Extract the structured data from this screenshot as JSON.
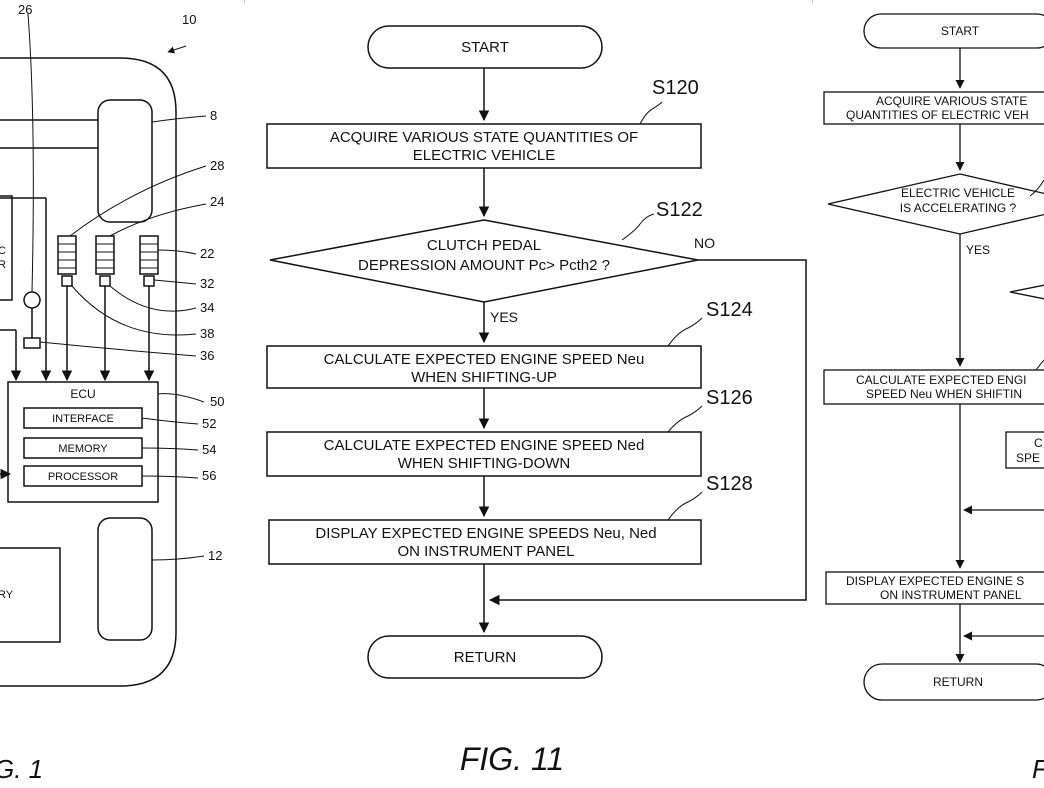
{
  "left_panel": {
    "ref_26": "26",
    "ref_10": "10",
    "ref_8": "8",
    "ref_28": "28",
    "ref_24": "24",
    "ref_22": "22",
    "ref_32": "32",
    "ref_34": "34",
    "ref_38": "38",
    "ref_36": "36",
    "ref_50": "50",
    "ref_52": "52",
    "ref_54": "54",
    "ref_56": "56",
    "ref_12": "12",
    "ecu_label": "ECU",
    "interface_label": "INTERFACE",
    "memory_label": "MEMORY",
    "processor_label": "PROCESSOR",
    "partial_text_c": "C",
    "partial_text_r": "R",
    "partial_text_ry": "RY",
    "fig_caption": "G. 1"
  },
  "middle_flowchart": {
    "start": "START",
    "s120": "S120",
    "s120_line1": "ACQUIRE VARIOUS STATE QUANTITIES OF",
    "s120_line2": "ELECTRIC VEHICLE",
    "s122": "S122",
    "s122_line1": "CLUTCH PEDAL",
    "s122_line2": "DEPRESSION AMOUNT Pc> Pcth2 ?",
    "no": "NO",
    "yes": "YES",
    "s124": "S124",
    "s124_line1": "CALCULATE EXPECTED ENGINE SPEED Neu",
    "s124_line2": "WHEN SHIFTING-UP",
    "s126": "S126",
    "s126_line1": "CALCULATE EXPECTED ENGINE SPEED Ned",
    "s126_line2": "WHEN SHIFTING-DOWN",
    "s128": "S128",
    "s128_line1": "DISPLAY EXPECTED ENGINE SPEEDS Neu, Ned",
    "s128_line2": "ON INSTRUMENT PANEL",
    "return": "RETURN",
    "fig_caption": "FIG. 11"
  },
  "right_flowchart": {
    "start": "START",
    "acquire_line1": "ACQUIRE VARIOUS STATE",
    "acquire_line2": "QUANTITIES OF ELECTRIC VEH",
    "decision_line1": "ELECTRIC VEHICLE",
    "decision_line2": "IS ACCELERATING ?",
    "yes": "YES",
    "calc_line1": "CALCULATE EXPECTED ENGI",
    "calc_line2": "SPEED Neu WHEN SHIFTIN",
    "partial_c": "C",
    "partial_spe": "SPE",
    "display_line1": "DISPLAY EXPECTED ENGINE S",
    "display_line2": "ON INSTRUMENT PANEL",
    "return": "RETURN",
    "fig_caption": "F"
  }
}
